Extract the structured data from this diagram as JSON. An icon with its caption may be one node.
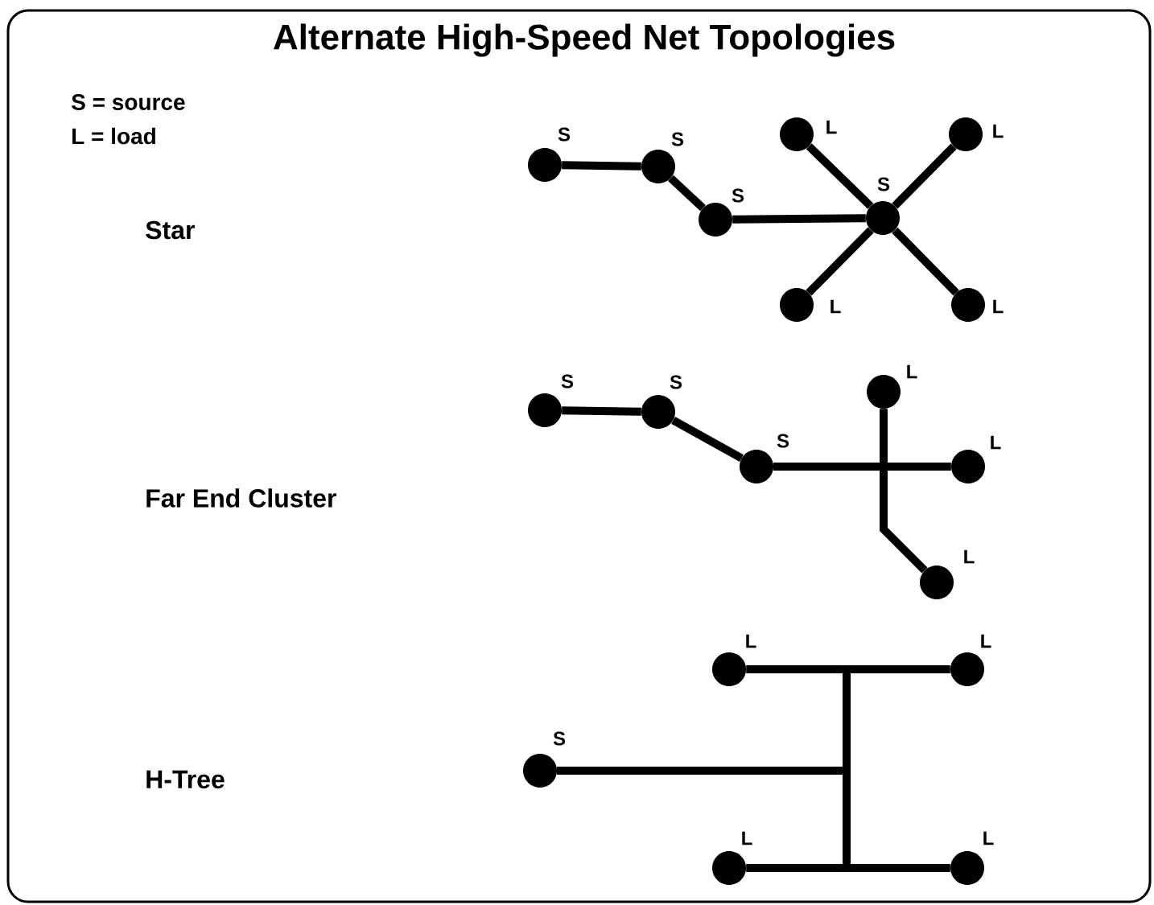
{
  "diagram": {
    "title": "Alternate High-Speed Net Topologies",
    "nodes": [
      {
        "text": [],
        "shape": "circle",
        "beside": [
          "S"
        ]
      },
      {
        "text": [],
        "shape": "circle",
        "beside": [
          "S"
        ]
      },
      {
        "text": [],
        "shape": "circle",
        "beside": [
          "S"
        ]
      },
      {
        "text": [],
        "shape": "circle",
        "beside": [
          "S"
        ]
      },
      {
        "text": [],
        "shape": "circle",
        "beside": [
          "L"
        ]
      },
      {
        "text": [],
        "shape": "circle",
        "beside": [
          "L"
        ]
      },
      {
        "text": [],
        "shape": "circle",
        "beside": [
          "L"
        ]
      },
      {
        "text": [],
        "shape": "circle",
        "beside": [
          "L"
        ]
      },
      {
        "text": [],
        "shape": "circle",
        "beside": [
          "S"
        ]
      },
      {
        "text": [],
        "shape": "circle",
        "beside": [
          "S"
        ]
      },
      {
        "text": [],
        "shape": "circle",
        "beside": [
          "S"
        ]
      },
      {
        "text": [],
        "shape": "circle",
        "beside": [
          "L"
        ]
      },
      {
        "text": [],
        "shape": "circle",
        "beside": [
          "L"
        ]
      },
      {
        "text": [],
        "shape": "circle",
        "beside": [
          "L"
        ]
      },
      {
        "text": [],
        "shape": "circle",
        "beside": [
          "L"
        ]
      },
      {
        "text": [],
        "shape": "circle",
        "beside": [
          "L"
        ]
      },
      {
        "text": [],
        "shape": "circle",
        "beside": [
          "S"
        ]
      },
      {
        "text": [],
        "shape": "circle",
        "beside": [
          "L"
        ]
      },
      {
        "text": [],
        "shape": "circle",
        "beside": [
          "L"
        ]
      }
    ],
    "edges": [
      {
        "from": 0,
        "to": 1,
        "arrow": "none"
      },
      {
        "from": 1,
        "to": 2,
        "arrow": "none"
      },
      {
        "from": 2,
        "to": 3,
        "arrow": "none"
      },
      {
        "from": 3,
        "to": 4,
        "arrow": "none"
      },
      {
        "from": 3,
        "to": 5,
        "arrow": "none"
      },
      {
        "from": 3,
        "to": 6,
        "arrow": "none"
      },
      {
        "from": 3,
        "to": 7,
        "arrow": "none"
      },
      {
        "from": 8,
        "to": 9,
        "arrow": "none"
      },
      {
        "from": 9,
        "to": 10,
        "arrow": "none"
      },
      {
        "from": 10,
        "to": 11,
        "arrow": "none"
      },
      {
        "from": 10,
        "to": 12,
        "arrow": "none"
      },
      {
        "from": 10,
        "to": 13,
        "arrow": "none"
      },
      {
        "from": 16,
        "to": 14,
        "arrow": "none"
      },
      {
        "from": 16,
        "to": 15,
        "arrow": "none"
      },
      {
        "from": 16,
        "to": 17,
        "arrow": "none"
      },
      {
        "from": 16,
        "to": 18,
        "arrow": "none"
      }
    ],
    "labels": [
      "S = source",
      "L = load",
      "Star",
      "Far End Cluster",
      "H-Tree"
    ]
  }
}
